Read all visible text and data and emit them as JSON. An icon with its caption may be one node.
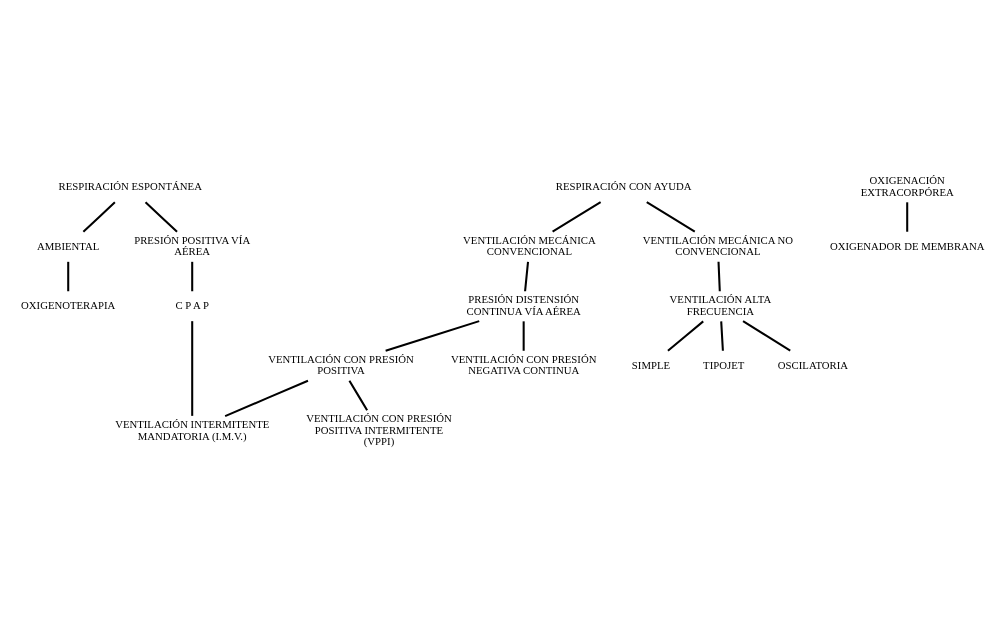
{
  "diagram": {
    "nodes": [
      {
        "text": [
          "RESPIRACIÓN ESPONTÁNEA"
        ]
      },
      {
        "text": [
          "RESPIRACIÓN CON AYUDA"
        ]
      },
      {
        "text": [
          "OXIGENACIÓN EXTRACORPÓREA"
        ]
      },
      {
        "text": [
          "AMBIENTAL"
        ]
      },
      {
        "text": [
          "PRESIÓN POSITIVA VÍA AÉREA"
        ]
      },
      {
        "text": [
          "OXIGENADOR DE MEMBRANA"
        ]
      },
      {
        "text": [
          "VENTILACIÓN MECÁNICA CONVENCIONAL"
        ]
      },
      {
        "text": [
          "VENTILACIÓN MECÁNICA NO CONVENCIONAL"
        ]
      },
      {
        "text": [
          "OXIGENOTERAPIA"
        ]
      },
      {
        "text": [
          "C P A P"
        ]
      },
      {
        "text": [
          "PRESIÓN DISTENSIÓN CONTINUA VÍA AÉREA"
        ]
      },
      {
        "text": [
          "VENTILACIÓN ALTA FRECUENCIA"
        ]
      },
      {
        "text": [
          "SIMPLE"
        ]
      },
      {
        "text": [
          "TIPOJET"
        ]
      },
      {
        "text": [
          "OSCILATORIA"
        ]
      },
      {
        "text": [
          "VENTILACIÓN CON PRESIÓN POSITIVA"
        ]
      },
      {
        "text": [
          "VENTILACIÓN CON PRESIÓN NEGATIVA CONTINUA"
        ]
      },
      {
        "text": [
          "VENTILACIÓN INTERMITENTE MANDATORIA (I.M.V.)"
        ]
      },
      {
        "text": [
          "VENTILACIÓN CON PRESIÓN POSITIVA INTERMITENTE (VPPI)"
        ]
      }
    ],
    "edges": [
      {
        "from": 0,
        "to": 3,
        "arrow": "none"
      },
      {
        "from": 0,
        "to": 4,
        "arrow": "none"
      },
      {
        "from": 3,
        "to": 8,
        "arrow": "none"
      },
      {
        "from": 4,
        "to": 9,
        "arrow": "none"
      },
      {
        "from": 9,
        "to": 17,
        "arrow": "none"
      },
      {
        "from": 1,
        "to": 6,
        "arrow": "none"
      },
      {
        "from": 1,
        "to": 7,
        "arrow": "none"
      },
      {
        "from": 2,
        "to": 5,
        "arrow": "none"
      },
      {
        "from": 6,
        "to": 10,
        "arrow": "none"
      },
      {
        "from": 7,
        "to": 11,
        "arrow": "none"
      },
      {
        "from": 11,
        "to": 12,
        "arrow": "none"
      },
      {
        "from": 11,
        "to": 13,
        "arrow": "none"
      },
      {
        "from": 11,
        "to": 14,
        "arrow": "none"
      },
      {
        "from": 10,
        "to": 15,
        "arrow": "none"
      },
      {
        "from": 10,
        "to": 16,
        "arrow": "none"
      },
      {
        "from": 15,
        "to": 17,
        "arrow": "none"
      },
      {
        "from": 15,
        "to": 18,
        "arrow": "none"
      }
    ]
  }
}
